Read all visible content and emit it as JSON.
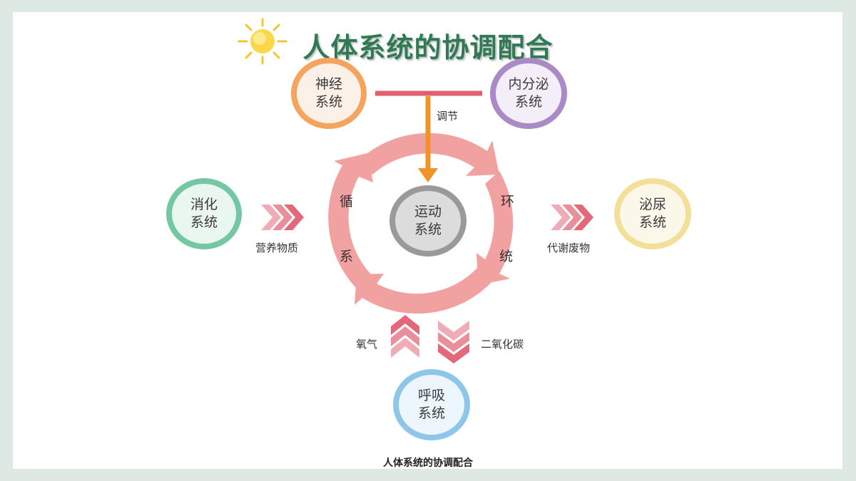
{
  "title": "人体系统的协调配合",
  "caption": "人体系统的协调配合",
  "nodes": {
    "nervous": {
      "line1": "神经",
      "line2": "系统",
      "color": "#f5a45e"
    },
    "endocrine": {
      "line1": "内分泌",
      "line2": "系统",
      "color": "#a98ac6"
    },
    "digestive": {
      "line1": "消化",
      "line2": "系统",
      "color": "#74c7a3"
    },
    "motor": {
      "line1": "运动",
      "line2": "系统",
      "color": "#9a9a9a"
    },
    "urinary": {
      "line1": "泌尿",
      "line2": "系统",
      "color": "#f3df98"
    },
    "respiratory": {
      "line1": "呼吸",
      "line2": "系统",
      "color": "#8ec6ea"
    }
  },
  "ring": {
    "chars": [
      "循",
      "系",
      "环",
      "统"
    ],
    "color": "#f2a1a1"
  },
  "labels": {
    "regulate": "调节",
    "nutrients": "营养物质",
    "waste": "代谢废物",
    "oxygen": "氧气",
    "co2": "二氧化碳"
  },
  "colors": {
    "title": "#2f7a55",
    "bar": "#e0606e",
    "arrow": "#f0942a",
    "chevron": "#e2687a"
  }
}
